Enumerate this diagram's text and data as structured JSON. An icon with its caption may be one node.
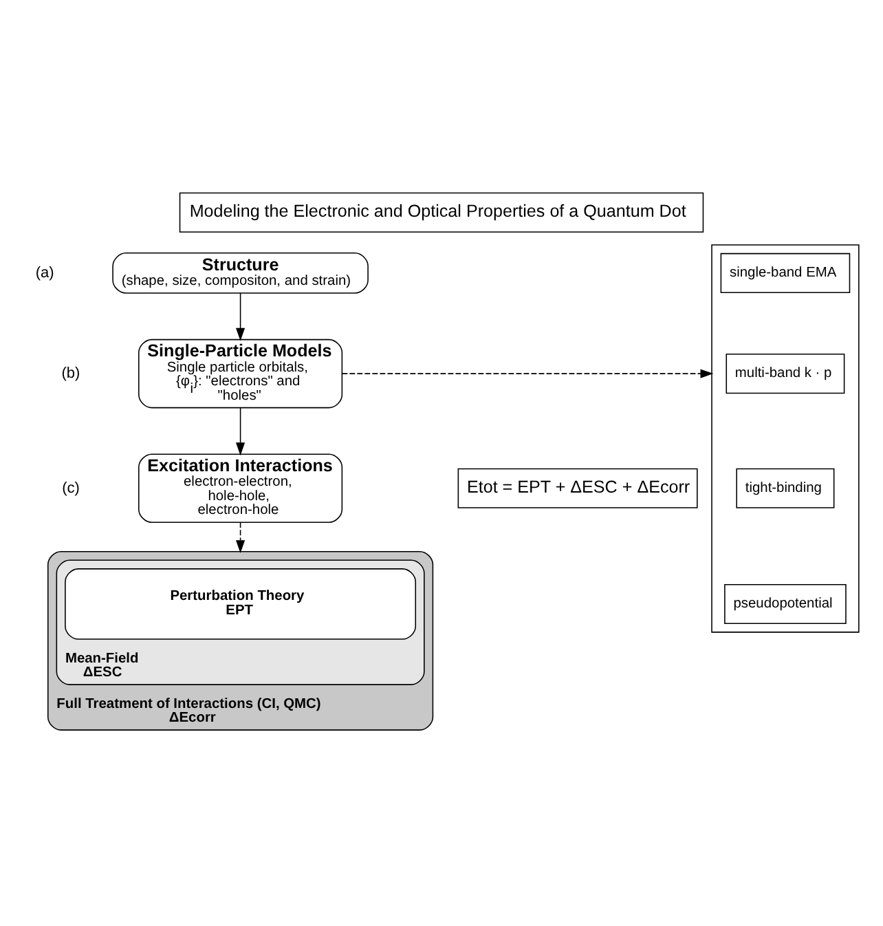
{
  "diagram": {
    "title": "Modeling the Electronic and Optical Properties of a Quantum Dot",
    "nodes": [
      {
        "text": [
          "Structure",
          "(shape, size, compositon, and strain)"
        ]
      },
      {
        "text": [
          "Single-Particle Models",
          "Single particle orbitals, {φ$_{i}$}: \"electrons\" and \"holes\""
        ]
      },
      {
        "text": [
          "Excitation Interactions",
          "electron-electron, hole-hole, electron-hole"
        ]
      },
      {
        "text": [
          "Full Treatment of Interactions (CI, QMC)",
          "ΔEcorr"
        ]
      },
      {
        "text": [
          "Mean-Field",
          "ΔESC"
        ],
        "in": 3
      },
      {
        "text": [
          "Perturbation Theory",
          "EPT"
        ],
        "in": 4
      },
      {
        "text": [],
        "shape": "brace"
      },
      {
        "text": [
          "single-band EMA"
        ],
        "in": 6
      },
      {
        "text": [
          "multi-band k · p"
        ],
        "in": 6
      },
      {
        "text": [
          "tight-binding"
        ],
        "in": 6
      },
      {
        "text": [
          "pseudopotential"
        ],
        "in": 6
      },
      {
        "text": [
          "Etot = EPT + ΔESC + ΔEcorr"
        ]
      }
    ],
    "edges": [
      {
        "from": 0,
        "to": 1,
        "arrow": "to"
      },
      {
        "from": 1,
        "to": 6,
        "arrow": "to",
        "style": "dashed"
      },
      {
        "from": 1,
        "to": 2,
        "arrow": "to"
      },
      {
        "from": 2,
        "to": 3,
        "arrow": "to",
        "style": "dashed"
      }
    ],
    "labels": [
      "(a)",
      "(b)",
      "(c)"
    ]
  }
}
